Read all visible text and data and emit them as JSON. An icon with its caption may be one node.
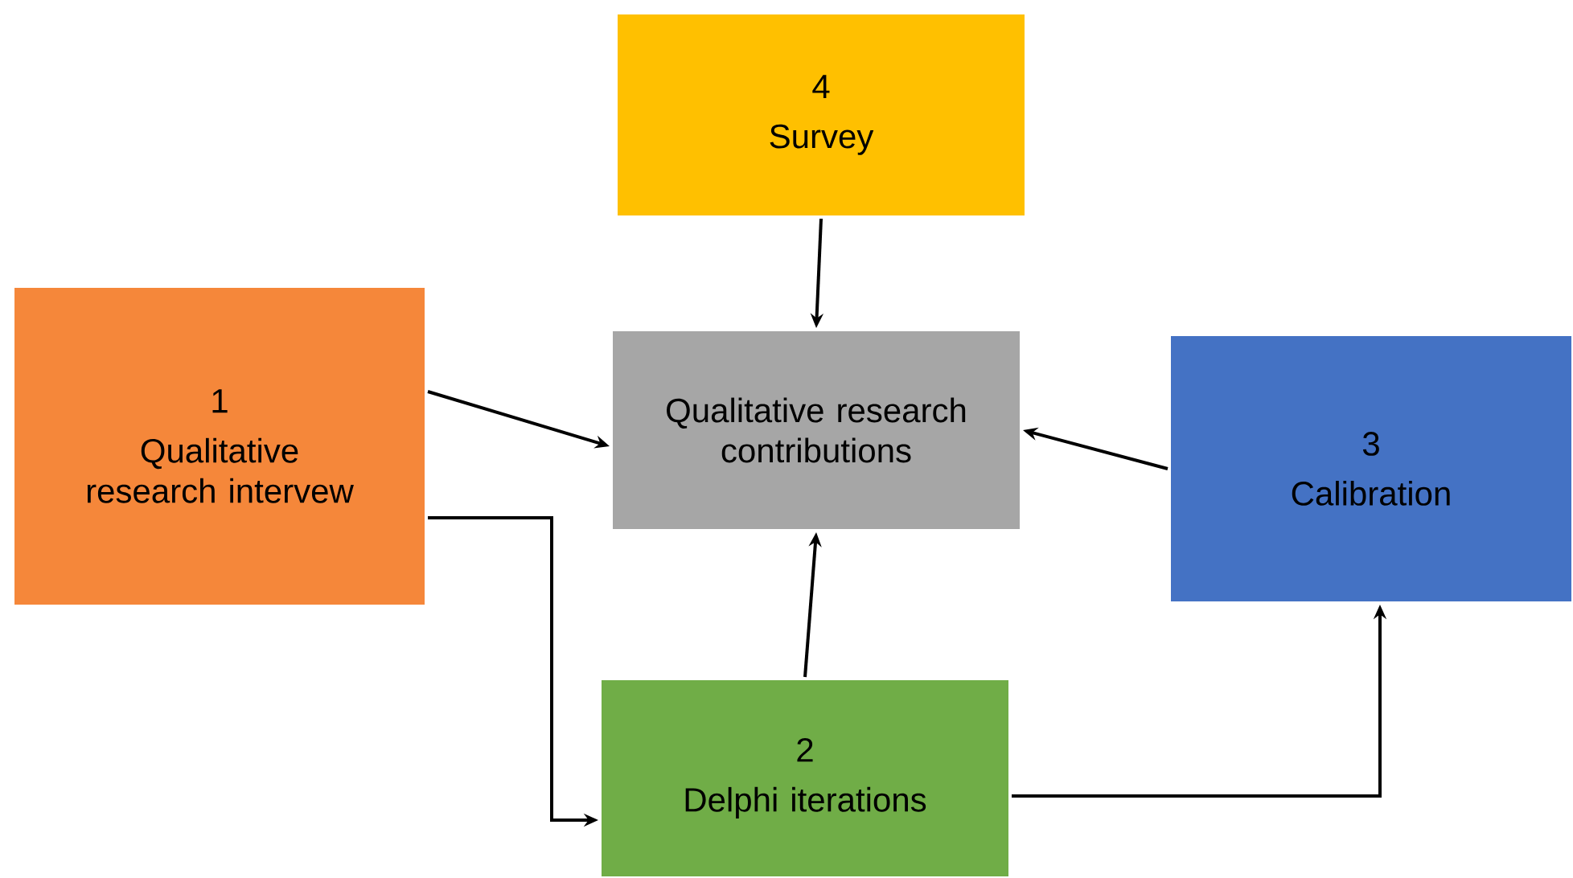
{
  "diagram": {
    "nodes": [
      {
        "text": [
          "4",
          "Survey"
        ]
      },
      {
        "text": [
          "1",
          "Qualitative research intervew"
        ]
      },
      {
        "text": [
          "Qualitative research contributions"
        ]
      },
      {
        "text": [
          "3",
          "Calibration"
        ]
      },
      {
        "text": [
          "2",
          "Delphi iterations"
        ]
      }
    ],
    "edges": [
      {
        "from": 0,
        "to": 2,
        "arrow": "to"
      },
      {
        "from": 1,
        "to": 2,
        "arrow": "to"
      },
      {
        "from": 3,
        "to": 2,
        "arrow": "to"
      },
      {
        "from": 4,
        "to": 2,
        "arrow": "to"
      },
      {
        "from": 1,
        "to": 4,
        "arrow": "to"
      },
      {
        "from": 4,
        "to": 3,
        "arrow": "to"
      }
    ]
  }
}
